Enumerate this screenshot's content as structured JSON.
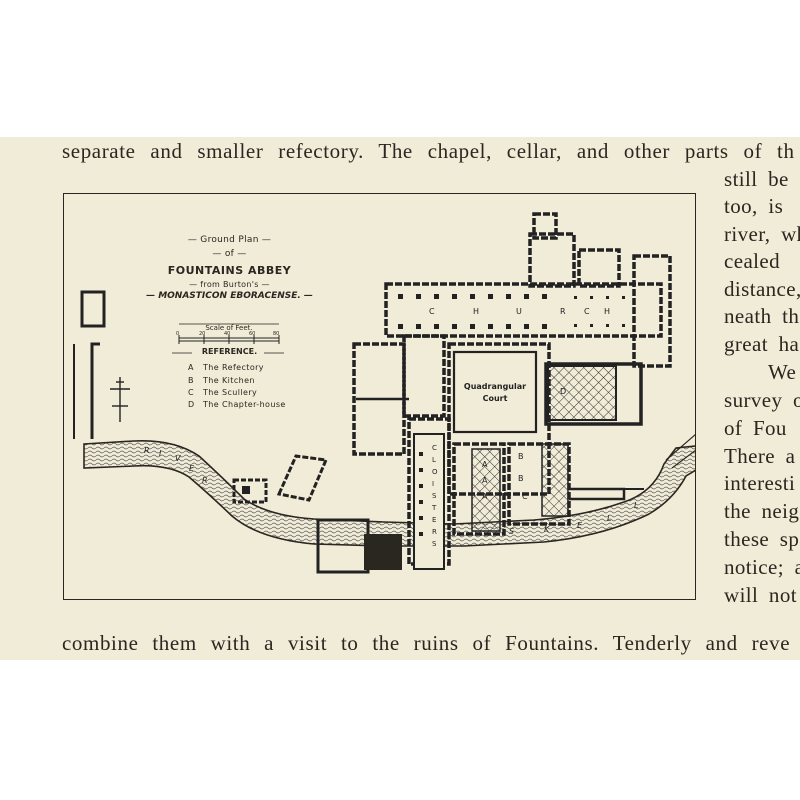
{
  "page": {
    "top_line": "separate and smaller refectory.  The chapel, cellar, and other parts of th",
    "bottom_line": "combine them with a visit to the ruins of Fountains.  Tenderly and reve",
    "right_column": [
      "still be",
      "too, is",
      "river, wh",
      "cealed",
      "distance,",
      "neath th",
      "great ha",
      "We",
      "survey o",
      "of  Fou",
      "There a",
      "interesti",
      "the  neig",
      "these spa",
      "notice; a",
      "will  not"
    ]
  },
  "plan": {
    "title_line1": "— Ground Plan —",
    "title_line2": "— of —",
    "title_line3": "FOUNTAINS ABBEY",
    "title_line4": "— from Burton's —",
    "title_line5": "— MONASTICON EBORACENSE. —",
    "scale_label": "Scale of Feet.",
    "scale_ticks": [
      "0",
      "20",
      "40",
      "60",
      "80"
    ],
    "reference_heading": "REFERENCE.",
    "references": [
      {
        "key": "A",
        "label": "The Refectory"
      },
      {
        "key": "B",
        "label": "The Kitchen"
      },
      {
        "key": "C",
        "label": "The Scullery"
      },
      {
        "key": "D",
        "label": "The Chapter-house"
      }
    ],
    "court_label_1": "Quadrangular",
    "court_label_2": "Court",
    "church_letters": [
      "C",
      "H",
      "U",
      "R",
      "C",
      "H"
    ],
    "cloisters_letters": [
      "C",
      "L",
      "O",
      "I",
      "S",
      "T",
      "E",
      "R",
      "S"
    ],
    "river_letters": [
      "R",
      "I",
      "V",
      "E",
      "R"
    ],
    "skell_letters": [
      "S",
      "K",
      "E",
      "L",
      "L"
    ],
    "room_letters": [
      "A",
      "A",
      "A",
      "B",
      "B",
      "C",
      "D"
    ]
  }
}
